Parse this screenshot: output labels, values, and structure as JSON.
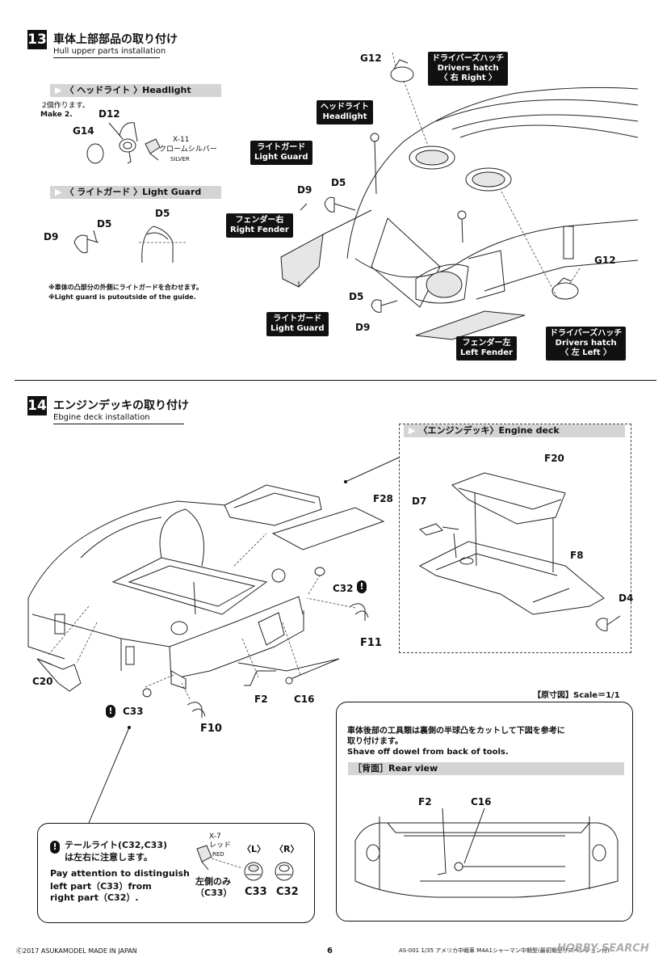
{
  "step13": {
    "number": "13",
    "title_jp": "車体上部部品の取り付け",
    "title_en": "Hull upper parts installation",
    "headlight": {
      "header": "〈 ヘッドライト 〉Headlight",
      "make_jp": "2個作ります。",
      "make_en": "Make 2.",
      "parts": [
        "D12",
        "G14"
      ],
      "paint_code": "X-11",
      "paint_jp": "クロームシルバー",
      "paint_en": "SILVER"
    },
    "light_guard": {
      "header": "〈 ライトガード 〉Light  Guard",
      "parts": [
        "D9",
        "D5",
        "D5"
      ],
      "note_jp": "※車体の凸部分の外側にライトガードを合わせます。",
      "note_en": "※Light guard is putoutside of the guide."
    },
    "callouts": {
      "drivers_hatch_right": [
        "ドライバーズハッチ",
        "Drivers hatch",
        "〈 右 Right 〉"
      ],
      "headlight": [
        "ヘッドライト",
        "Headlight"
      ],
      "light_guard_top": [
        "ライトガード",
        "Light Guard"
      ],
      "right_fender": [
        "フェンダー右",
        "Right Fender"
      ],
      "light_guard_bottom": [
        "ライトガード",
        "Light Guard"
      ],
      "left_fender": [
        "フェンダー左",
        "Left Fender"
      ],
      "drivers_hatch_left": [
        "ドライバーズハッチ",
        "Drivers hatch",
        "〈 左 Left 〉"
      ]
    },
    "part_labels": [
      "G12",
      "D9",
      "D5",
      "D5",
      "D9",
      "G12"
    ]
  },
  "step14": {
    "number": "14",
    "title_jp": "エンジンデッキの取り付け",
    "title_en": "Ebgine deck installation",
    "engine_deck": {
      "header": "〈エンジンデッキ〉Engine deck",
      "parts": [
        "F20",
        "D7",
        "F8",
        "D4"
      ]
    },
    "part_labels": [
      "F28",
      "C32",
      "F11",
      "C20",
      "F2",
      "C16",
      "C33",
      "F10"
    ],
    "scale_label": "【原寸図】Scale＝1/1",
    "rear": {
      "text_jp_1": "車体後部の工具類は裏側の半球凸をカットして下図を参考に",
      "text_jp_2": "取り付けます。",
      "text_en": "Shave off dowel from back of tools.",
      "header": "［背面］Rear view",
      "parts": [
        "F2",
        "C16"
      ]
    },
    "taillight": {
      "jp_1": "テールライト(C32,C33)",
      "jp_2": "は左右に注意します。",
      "en_1": "Pay attention to distinguish",
      "en_2": "left part（C33）from",
      "en_3": "right part（C32）.",
      "paint_code": "X-7",
      "paint_jp": "レッド",
      "paint_en": "RED",
      "left_only_jp": "左側のみ",
      "left_only_part": "（C33）",
      "left_label": "〈L〉",
      "right_label": "〈R〉",
      "left_part": "C33",
      "right_part": "C32"
    }
  },
  "footer": {
    "copyright": "Ⓒ2017 ASUKAMODEL    MADE IN JAPAN",
    "page": "6",
    "product": "AS-001  1/35 アメリカ中戦車 M4A1シャーマン中期型(最初期型サスペンション付)",
    "watermark": "HOBBY SEARCH"
  }
}
